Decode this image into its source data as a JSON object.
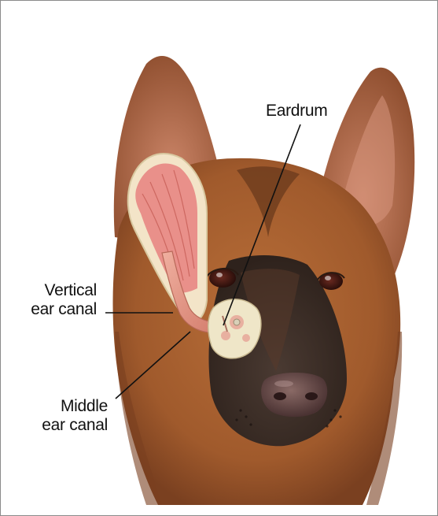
{
  "labels": {
    "eardrum": "Eardrum",
    "vertical_line1": "Vertical",
    "vertical_line2": "ear canal",
    "middle_line1": "Middle",
    "middle_line2": "ear canal"
  },
  "colors": {
    "fur": "#a8612f",
    "fur_dark": "#5a2f18",
    "muzzle": "#3a2a22",
    "ear_inner": "#d98a78",
    "canal": "#e8a090",
    "bone": "#efe6c8",
    "nose": "#6a4a48",
    "leader_line": "#111111"
  }
}
